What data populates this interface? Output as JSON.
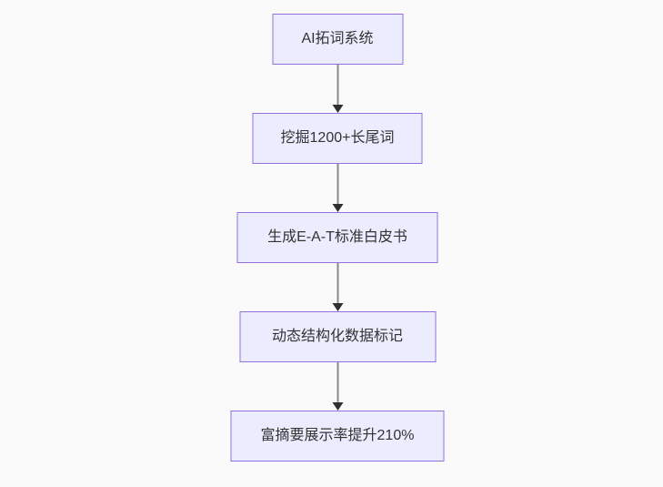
{
  "diagram": {
    "type": "flowchart",
    "direction": "top-down",
    "nodes": [
      {
        "id": "A",
        "label": "AI拓词系统"
      },
      {
        "id": "B",
        "label": "挖掘1200+长尾词"
      },
      {
        "id": "C",
        "label": "生成E-A-T标准白皮书"
      },
      {
        "id": "D",
        "label": "动态结构化数据标记"
      },
      {
        "id": "E",
        "label": "富摘要展示率提升210%"
      }
    ],
    "edges": [
      {
        "from": "A",
        "to": "B"
      },
      {
        "from": "B",
        "to": "C"
      },
      {
        "from": "C",
        "to": "D"
      },
      {
        "from": "D",
        "to": "E"
      }
    ],
    "colors": {
      "background": "#fafafa",
      "node_fill": "#ececff",
      "node_border": "#9370db",
      "text": "#333333",
      "edge_line": "#8a8a8a",
      "arrowhead": "#2f2f2f"
    }
  }
}
